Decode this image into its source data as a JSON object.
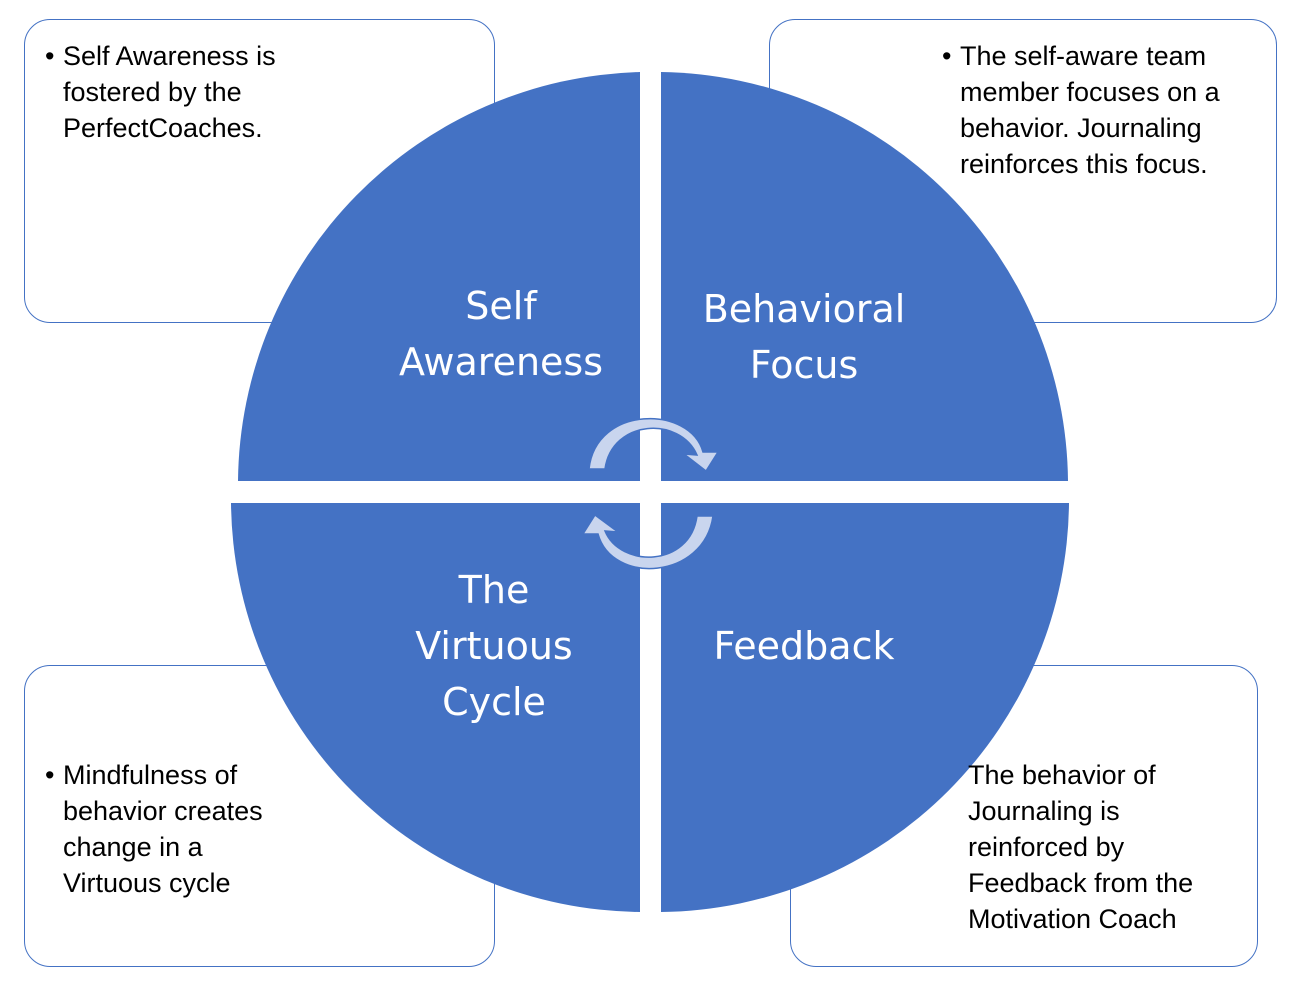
{
  "colors": {
    "quadrant_fill": "#4472c4",
    "box_border": "#4472c4",
    "arrow_fill": "#c9d5ee",
    "arrow_stroke": "#4472c4",
    "label_text": "#ffffff"
  },
  "quadrants": {
    "top_left": {
      "lines": [
        "Self",
        "Awareness"
      ]
    },
    "top_right": {
      "lines": [
        "Behavioral",
        "Focus"
      ]
    },
    "bottom_left": {
      "lines": [
        "The",
        "Virtuous",
        "Cycle"
      ]
    },
    "bottom_right": {
      "lines": [
        "Feedback"
      ]
    }
  },
  "notes": {
    "top_left": {
      "bullet": "•",
      "lines": [
        "Self Awareness is",
        "fostered by the",
        "PerfectCoaches."
      ]
    },
    "top_right": {
      "bullet": "•",
      "lines": [
        "The self-aware team",
        "member focuses on a",
        "behavior. Journaling",
        "reinforces this focus."
      ]
    },
    "bottom_left": {
      "bullet": "•",
      "lines": [
        "Mindfulness of",
        "behavior creates",
        "change in a",
        "Virtuous cycle"
      ]
    },
    "bottom_right": {
      "lines": [
        "The behavior of",
        "Journaling is",
        "reinforced by",
        "Feedback from the",
        "Motivation Coach"
      ]
    }
  },
  "icons": {
    "top_arrow": "curved-arrow-clockwise-icon",
    "bottom_arrow": "curved-arrow-clockwise-icon"
  }
}
